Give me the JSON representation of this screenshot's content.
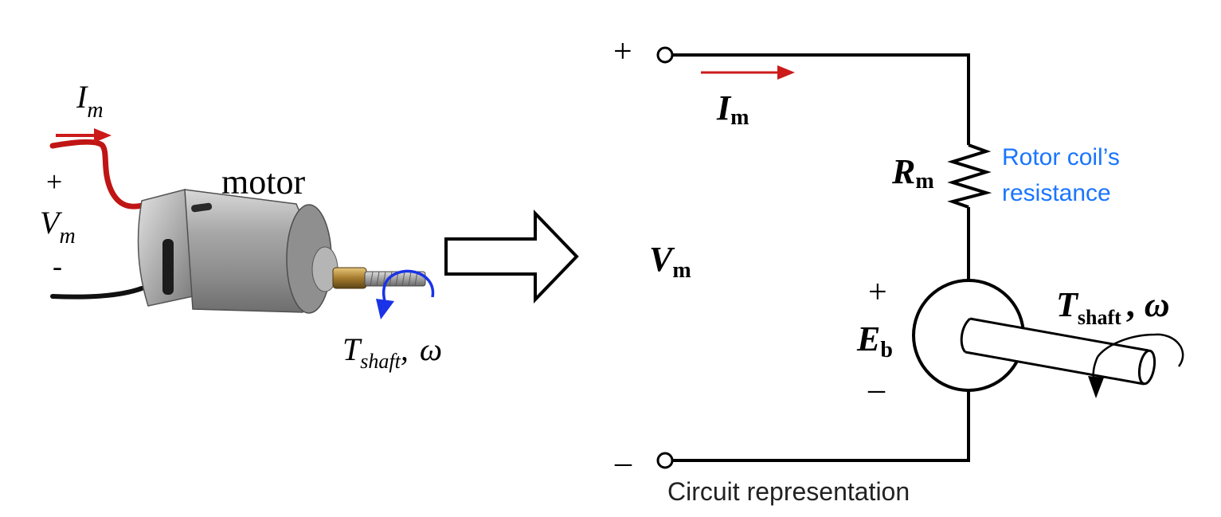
{
  "photo": {
    "current_symbol": "I",
    "current_sub": "m",
    "plus": "+",
    "voltage_symbol": "V",
    "voltage_sub": "m",
    "minus": "-",
    "motor_label": "motor",
    "torque_symbol": "T",
    "torque_sub": "shaft",
    "torque_comma": ",",
    "omega": "ω"
  },
  "circuit": {
    "top_terminal": "+",
    "bottom_terminal": "–",
    "current_symbol": "I",
    "current_sub": "m",
    "voltage_symbol": "V",
    "voltage_sub": "m",
    "resistor_symbol": "R",
    "resistor_sub": "m",
    "resistor_note_line1": "Rotor coil’s",
    "resistor_note_line2": "resistance",
    "emf_plus": "+",
    "emf_symbol": "E",
    "emf_sub": "b",
    "emf_minus": "–",
    "torque_symbol": "T",
    "torque_sub": "shaft",
    "torque_comma": ",",
    "omega": "ω",
    "caption": "Circuit representation"
  },
  "colors": {
    "current_arrow": "#cc1a1a",
    "rotation_arrow": "#1a33e6",
    "note_text": "#1a75ff",
    "wire": "#000000"
  }
}
